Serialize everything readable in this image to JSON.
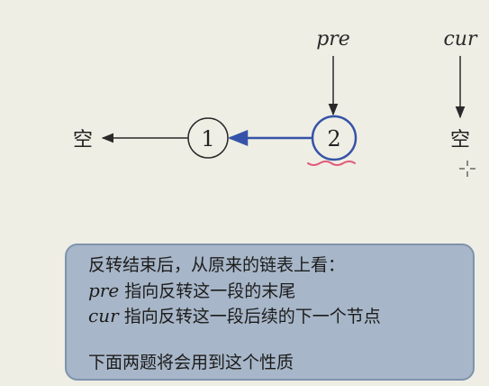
{
  "diagram": {
    "labels": {
      "pre": "pre",
      "cur": "cur"
    },
    "null_left": "空",
    "null_right": "空",
    "nodes": [
      {
        "value": "1"
      },
      {
        "value": "2"
      }
    ]
  },
  "note": {
    "line1": "反转结束后，从原来的链表上看：",
    "line2_var": "pre",
    "line2_text": " 指向反转这一段的末尾",
    "line3_var": "cur",
    "line3_text": " 指向反转这一段后续的下一个节点",
    "line4": "下面两题将会用到这个性质"
  },
  "colors": {
    "background": "#efeee4",
    "highlight_arrow": "#3553a8",
    "highlight_circle": "#3553a8",
    "underline": "#e05a7a",
    "note_fill": "#a7b6c8",
    "note_border": "#7f93ac"
  }
}
